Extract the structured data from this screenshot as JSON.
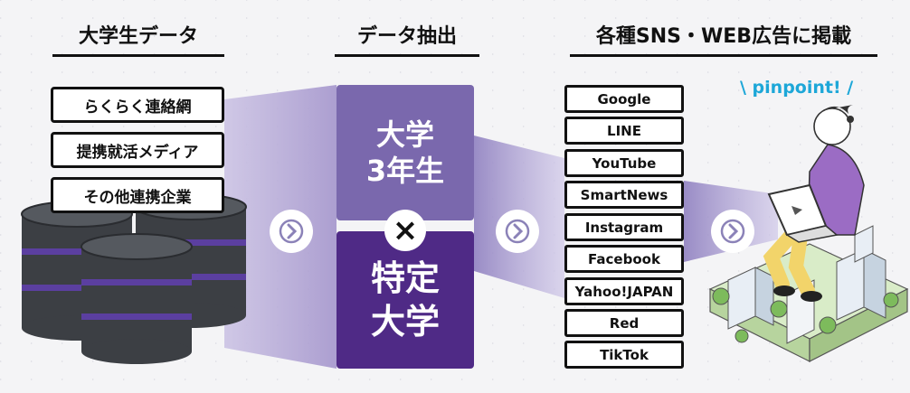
{
  "headings": {
    "university_data": "大学生データ",
    "data_extraction": "データ抽出",
    "ad_placement": "各種SNS・WEB広告に掲載"
  },
  "data_sources": [
    "らくらく連絡網",
    "提携就活メディア",
    "その他連携企業"
  ],
  "extraction": {
    "top_box": [
      "大学",
      "3年生"
    ],
    "operator": "×",
    "bottom_box": [
      "特定",
      "大学"
    ]
  },
  "media": [
    "Google",
    "LINE",
    "YouTube",
    "SmartNews",
    "Instagram",
    "Facebook",
    "Yahoo!JAPAN",
    "Red",
    "TikTok"
  ],
  "callout": "\\ pinpoint! /",
  "icons": {
    "arrow": "chevron-right-icon",
    "database": "database-icon",
    "illustration": "person-with-laptop-on-city-illustration"
  },
  "colors": {
    "purple_light": "#7a68ad",
    "purple_dark": "#4f2a86",
    "beam": "#b3a7d3",
    "accent_blue": "#1da7d8",
    "db_body": "#3c3f44",
    "db_band": "#5b3fa0"
  }
}
